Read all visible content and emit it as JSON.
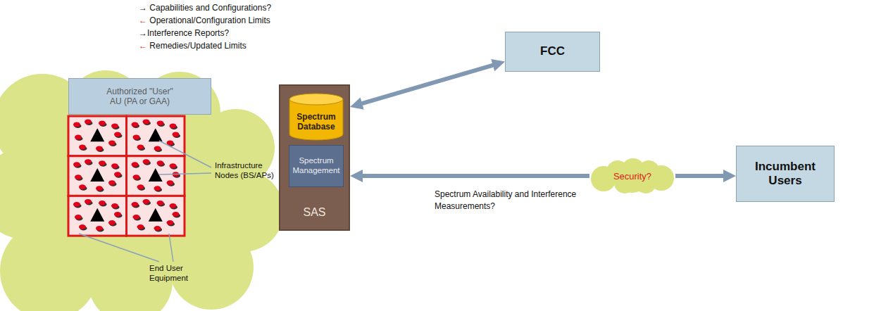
{
  "diagram": {
    "nodes": [
      {
        "text": [
          "Infrastructure Nodes (BS/APs)",
          "End User Equipment"
        ]
      },
      {
        "text": [
          "Authorized \"User\" AU (PA or GAA)"
        ],
        "in": 0
      },
      {
        "text": [
          "SAS"
        ]
      },
      {
        "text": [
          "Spectrum Database"
        ],
        "in": 2
      },
      {
        "text": [
          "Spectrum Management"
        ],
        "in": 2
      },
      {
        "text": [
          "FCC"
        ]
      },
      {
        "text": [
          "Security?"
        ]
      },
      {
        "text": [
          "Incumbent Users"
        ]
      }
    ],
    "edges": [
      {
        "from": 0,
        "to": 2,
        "arrow": "both"
      },
      {
        "from": 2,
        "to": 5,
        "arrow": "both"
      },
      {
        "from": 6,
        "to": 2,
        "arrow": "to"
      },
      {
        "from": 6,
        "to": 7,
        "arrow": "to"
      }
    ],
    "labels": [
      "→ Capabilities and Configurations?",
      "← Operational/Configuration Limits",
      "→Interference Reports?",
      "← Remedies/Updated Limits",
      "Spectrum Availability and Interference Measurements?"
    ]
  }
}
